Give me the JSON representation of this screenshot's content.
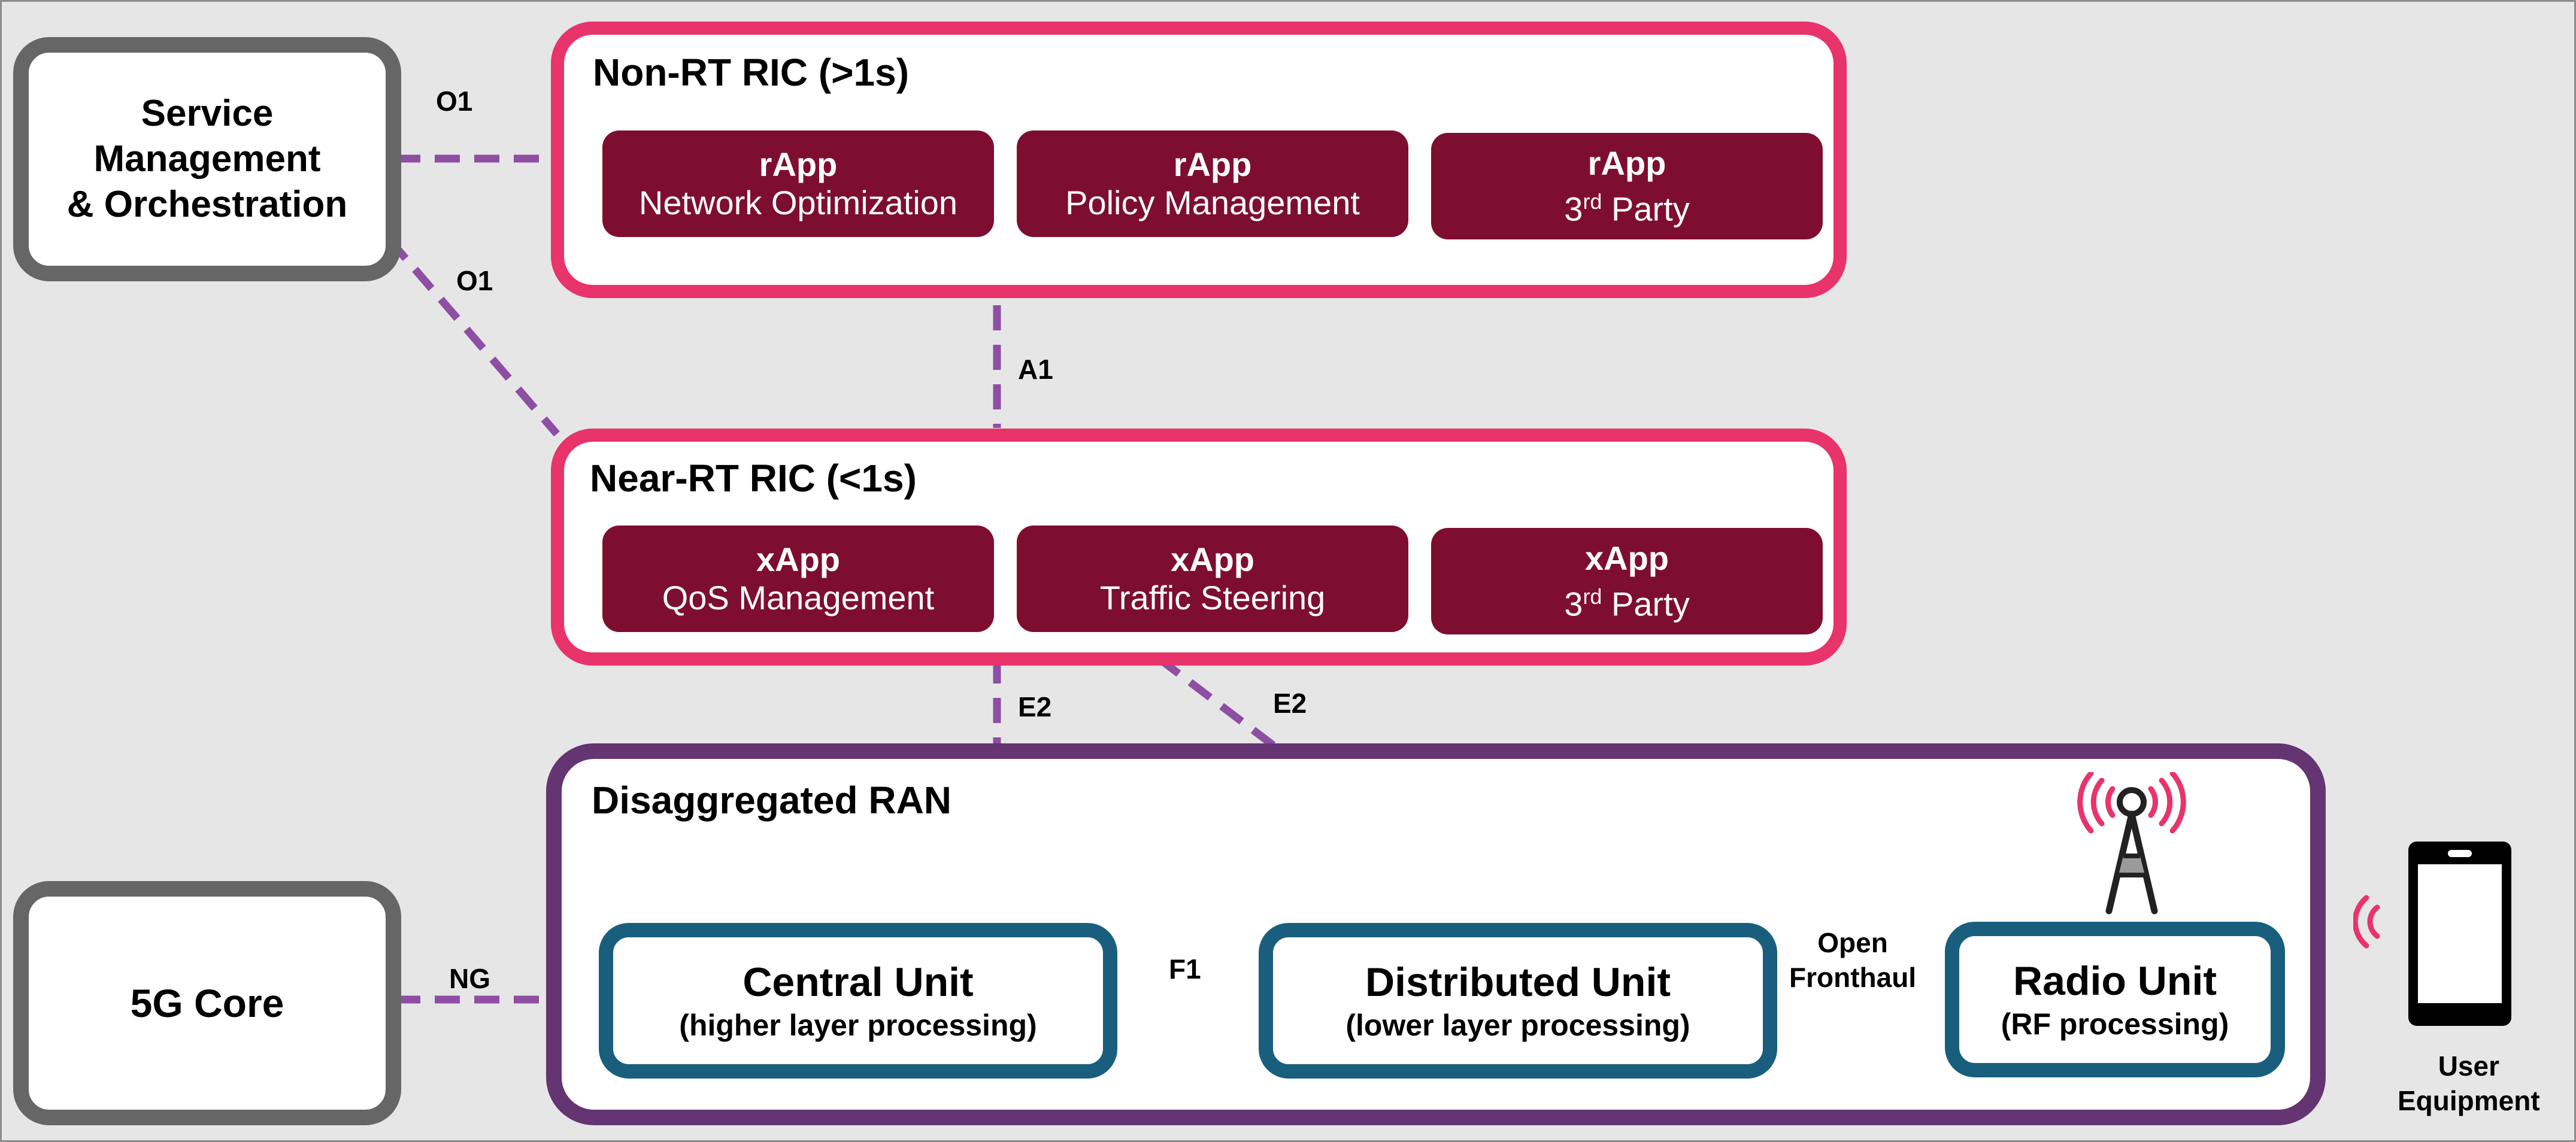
{
  "diagram": {
    "smo": {
      "lines": [
        "Service",
        "Management",
        "& Orchestration"
      ]
    },
    "core": {
      "label": "5G Core"
    },
    "non_rt_ric": {
      "title": "Non-RT RIC (>1s)",
      "apps": [
        {
          "kind": "rApp",
          "desc": "Network Optimization"
        },
        {
          "kind": "rApp",
          "desc": "Policy Management"
        },
        {
          "kind": "rApp",
          "desc_base": "3",
          "desc_sup": "rd",
          "desc_rest": " Party"
        }
      ]
    },
    "near_rt_ric": {
      "title": "Near-RT RIC (<1s)",
      "apps": [
        {
          "kind": "xApp",
          "desc": "QoS Management"
        },
        {
          "kind": "xApp",
          "desc": "Traffic Steering"
        },
        {
          "kind": "xApp",
          "desc_base": "3",
          "desc_sup": "rd",
          "desc_rest": " Party"
        }
      ]
    },
    "ran": {
      "title": "Disaggregated RAN",
      "cu": {
        "title": "Central Unit",
        "sub": "(higher layer processing)"
      },
      "du": {
        "title": "Distributed Unit",
        "sub": "(lower layer processing)"
      },
      "ru": {
        "title": "Radio Unit",
        "sub": "(RF processing)"
      }
    },
    "interfaces": {
      "o1_top": "O1",
      "o1_bottom": "O1",
      "a1": "A1",
      "e2_left": "E2",
      "e2_right": "E2",
      "ng": "NG",
      "f1": "F1",
      "fronthaul": [
        "Open",
        "Fronthaul"
      ]
    },
    "ue": {
      "lines": [
        "User",
        "Equipment"
      ]
    },
    "colors": {
      "background": "#e6e6e6",
      "ric_border": "#e8336b",
      "app_fill": "#7e0e2f",
      "ran_border": "#653472",
      "unit_border": "#1a5e7e",
      "node_border": "#666666",
      "link": "#8e4ea3",
      "signal": "#e8336b"
    },
    "icons": [
      "antenna-tower-icon",
      "radio-wave-icon",
      "smartphone-icon"
    ]
  }
}
